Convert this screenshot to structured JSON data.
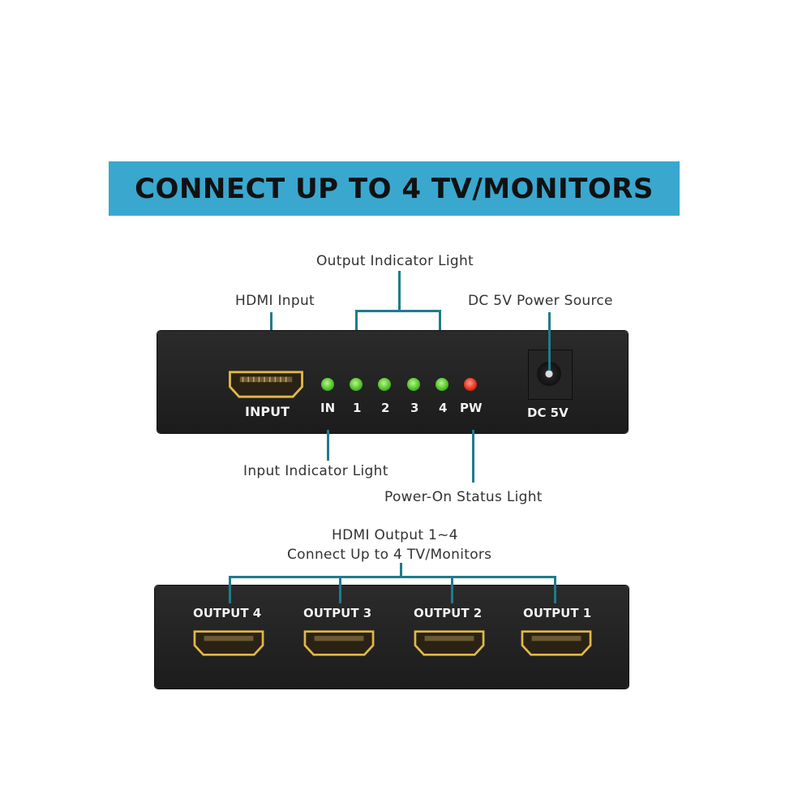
{
  "banner": {
    "title": "CONNECT UP TO 4 TV/MONITORS",
    "color": "#3aa7cf"
  },
  "callouts": {
    "output_indicator": "Output Indicator Light",
    "hdmi_input": "HDMI Input",
    "dc_power": "DC 5V Power Source",
    "input_indicator": "Input Indicator Light",
    "power_status": "Power-On Status Light",
    "hdmi_output_line1": "HDMI Output 1~4",
    "hdmi_output_line2": "Connect Up to 4 TV/Monitors"
  },
  "front_panel": {
    "input_label": "INPUT",
    "leds": [
      {
        "label": "IN",
        "color": "green"
      },
      {
        "label": "1",
        "color": "green"
      },
      {
        "label": "2",
        "color": "green"
      },
      {
        "label": "3",
        "color": "green"
      },
      {
        "label": "4",
        "color": "green"
      },
      {
        "label": "PW",
        "color": "red"
      }
    ],
    "dc_label": "DC 5V"
  },
  "back_panel": {
    "outputs": [
      "OUTPUT 4",
      "OUTPUT 3",
      "OUTPUT 2",
      "OUTPUT 1"
    ]
  },
  "line_color": "#1f7c8c"
}
